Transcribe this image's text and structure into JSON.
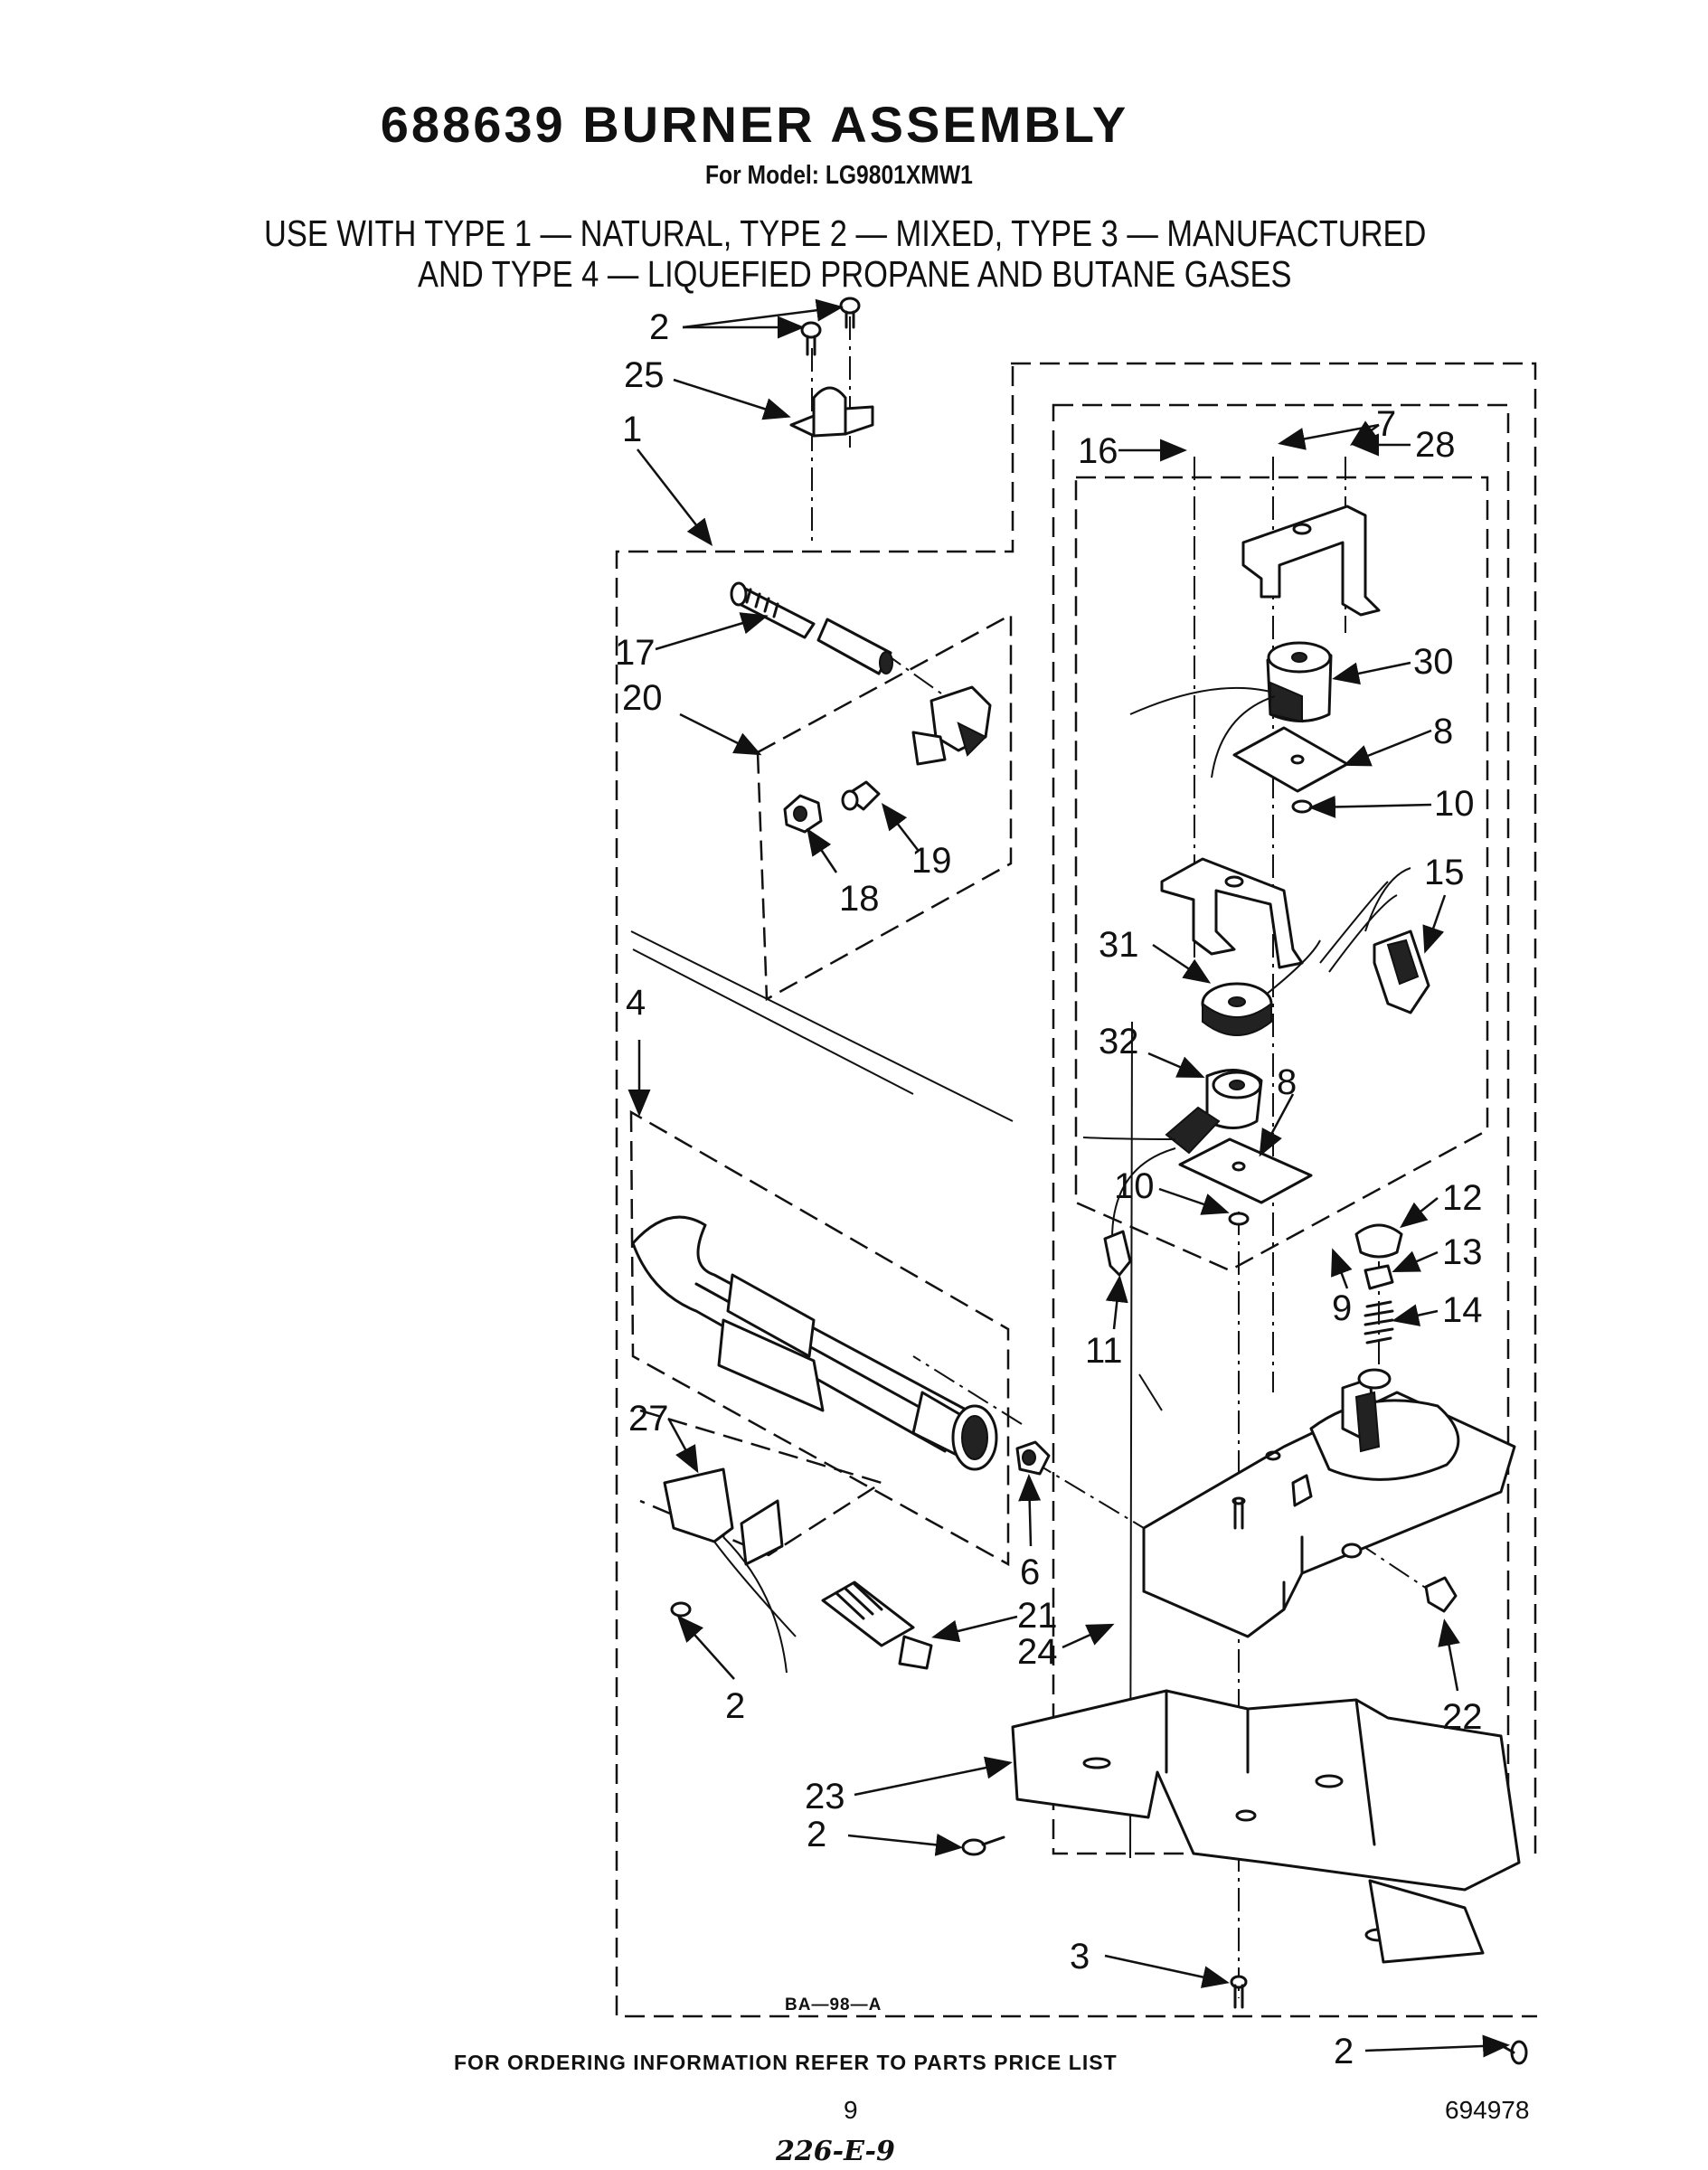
{
  "document": {
    "title": "688639 BURNER ASSEMBLY",
    "model_line": "For Model: LG9801XMW1",
    "usage_line_1": "USE WITH TYPE 1 — NATURAL, TYPE 2 — MIXED, TYPE 3 — MANUFACTURED",
    "usage_line_2": "AND TYPE 4 — LIQUEFIED PROPANE AND BUTANE GASES",
    "footer": "FOR ORDERING INFORMATION REFER TO PARTS PRICE LIST",
    "page_number": "9",
    "document_number": "694978",
    "diagram_code": "BA—98—A",
    "handwritten_note": "226-E-9"
  },
  "callouts": {
    "c2_top": "2",
    "c25": "25",
    "c1": "1",
    "c16": "16",
    "c7": "7",
    "c28": "28",
    "c17": "17",
    "c20": "20",
    "c30": "30",
    "c8_top": "8",
    "c10_top": "10",
    "c19": "19",
    "c18": "18",
    "c15": "15",
    "c31": "31",
    "c4": "4",
    "c32": "32",
    "c8_low": "8",
    "c10_low": "10",
    "c12": "12",
    "c13": "13",
    "c9": "9",
    "c14": "14",
    "c11": "11",
    "c27": "27",
    "c6": "6",
    "c21": "21",
    "c24": "24",
    "c2_left": "2",
    "c22": "22",
    "c23": "23",
    "c2_mid": "2",
    "c3": "3",
    "c2_bottom": "2"
  }
}
